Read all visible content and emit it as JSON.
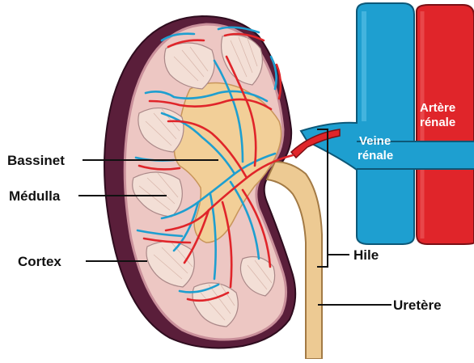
{
  "labels": {
    "bassinet": "Bassinet",
    "medulla": "Médulla",
    "cortex": "Cortex",
    "hile": "Hile",
    "uretere": "Uretère",
    "veine_line1": "Veine",
    "veine_line2": "rénale",
    "artere_line1": "Artère",
    "artere_line2": "rénale"
  },
  "colors": {
    "kidney_outer": "#5a1e3a",
    "capsule": "#c98f9a",
    "cortex": "#edc7c3",
    "medulla": "#f3dfd6",
    "pelvis": "#f2cf98",
    "ureter": "#edca93",
    "artery": "#e0252a",
    "vein": "#1e9fd0",
    "label_line": "#111111"
  }
}
